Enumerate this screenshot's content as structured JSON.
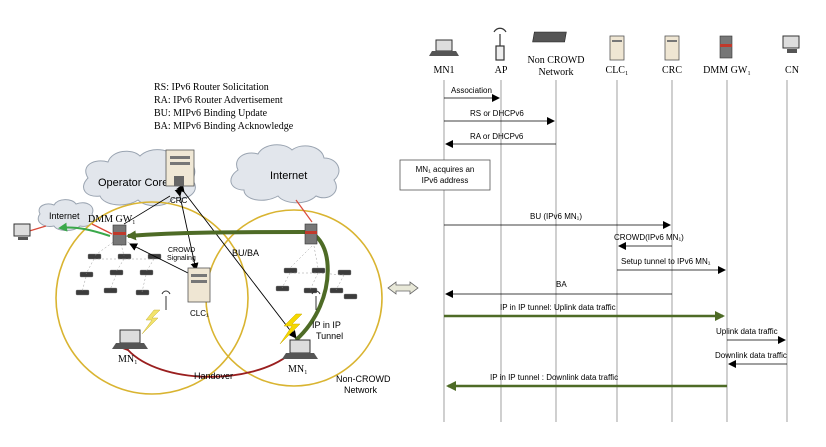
{
  "legend": {
    "rs": "RS: IPv6 Router Solicitation",
    "ra": "RA: IPv6 Router Advertisement",
    "bu": "BU: MIPv6 Binding Update",
    "ba": "BA: MIPv6 Binding Acknowledge"
  },
  "network": {
    "operator_core": "Operator Core",
    "internet_main": "Internet",
    "internet_left": "Internet",
    "crc": "CRC",
    "dmm_gw": "DMM GW₁",
    "clc": "CLC₁",
    "crowd_signaling_1": "CROWD",
    "crowd_signaling_2": "Signaling",
    "bu_ba": "BU/BA",
    "ip_in_ip_1": "IP in IP",
    "ip_in_ip_2": "Tunnel",
    "mn1_left": "MN₁",
    "mn1_right": "MN₁",
    "handover": "Handover",
    "non_crowd_1": "Non-CROWD",
    "non_crowd_2": "Network"
  },
  "sequence": {
    "entities": [
      {
        "label": "MN1"
      },
      {
        "label": "AP"
      },
      {
        "label": "Non CROWD",
        "label2": "Network"
      },
      {
        "label": "CLC₁"
      },
      {
        "label": "CRC"
      },
      {
        "label": "DMM GW₁"
      },
      {
        "label": "CN"
      }
    ],
    "messages": [
      {
        "label": "Association"
      },
      {
        "label": "RS or DHCPv6"
      },
      {
        "label": "RA or DHCPv6"
      },
      {
        "label": "BU (IPv6 MN₁)"
      },
      {
        "label": "CROWD(IPv6 MN₁)"
      },
      {
        "label": "Setup tunnel to IPv6 MN₁"
      },
      {
        "label": "BA"
      },
      {
        "label": "IP in IP tunnel: Uplink data traffic"
      },
      {
        "label": "Uplink data traffic"
      },
      {
        "label": "Downlink data traffic"
      },
      {
        "label": "IP in IP tunnel : Downlink data traffic"
      }
    ],
    "note": {
      "line1": "MN₁ acquires an",
      "line2": "IPv6 address"
    }
  },
  "colors": {
    "tunnel_green": "#4e6b26",
    "handover_red": "#9a1f1f",
    "cell_yellow": "#d9b431",
    "dmm_red": "#c0392b",
    "legacy_green": "#3aa84a"
  }
}
